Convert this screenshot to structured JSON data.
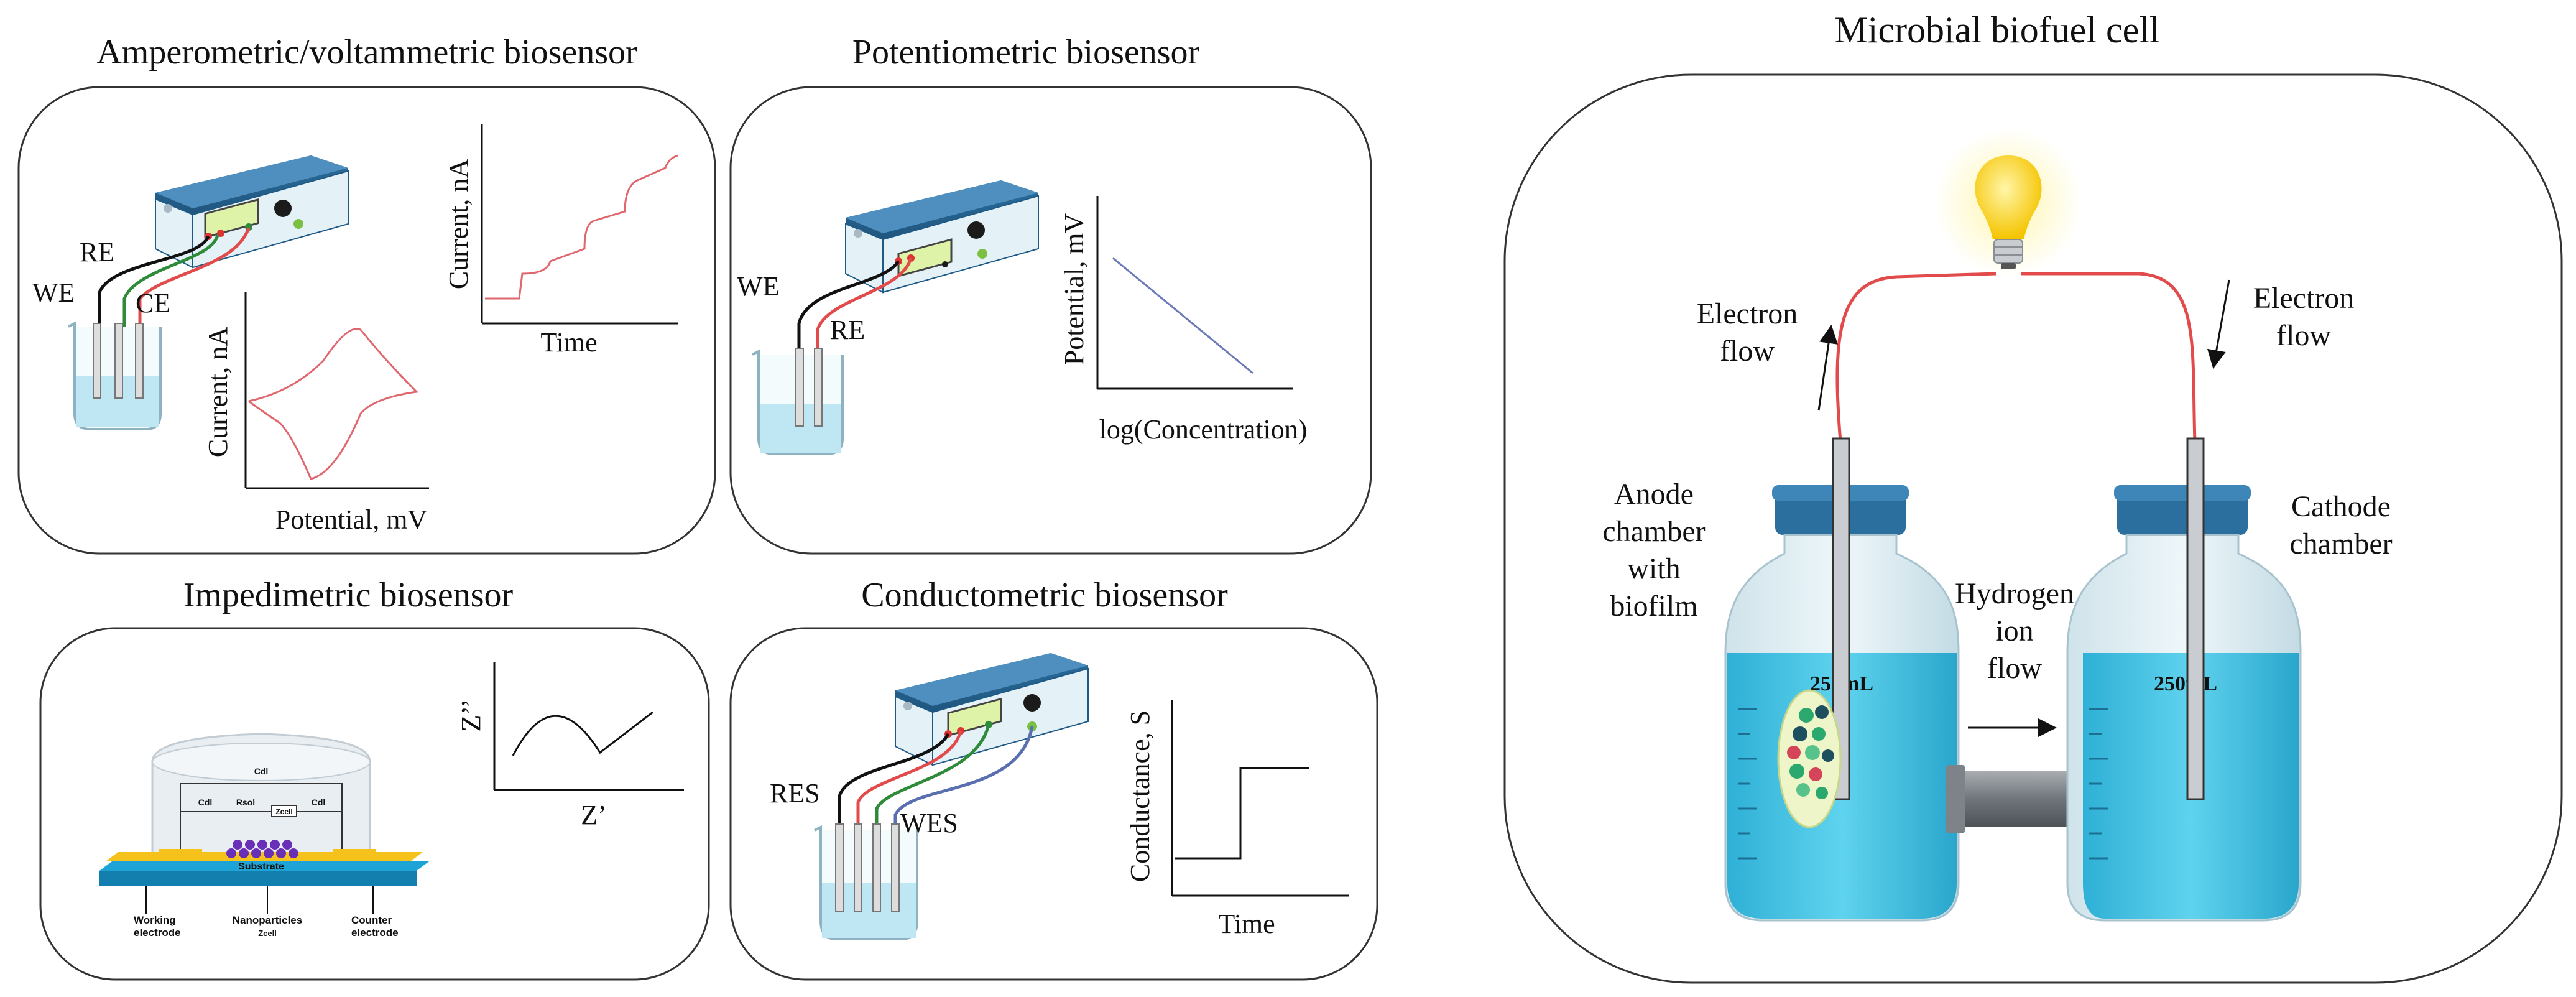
{
  "panels": {
    "amperometric": {
      "title": "Amperometric/voltammetric biosensor",
      "electrodes": {
        "we": "WE",
        "re": "RE",
        "ce": "CE"
      },
      "time_plot": {
        "ylabel": "Current, nA",
        "xlabel": "Time"
      },
      "cv_plot": {
        "ylabel": "Current, nA",
        "xlabel": "Potential, mV"
      }
    },
    "potentiometric": {
      "title": "Potentiometric biosensor",
      "electrodes": {
        "we": "WE",
        "re": "RE"
      },
      "plot": {
        "ylabel": "Potential, mV",
        "xlabel": "log(Concentration)"
      }
    },
    "impedimetric": {
      "title": "Impedimetric biosensor",
      "plot": {
        "ylabel": "Z’’",
        "xlabel": "Z’"
      },
      "circuit": {
        "cdl_top": "Cdl",
        "cdl_left": "Cdl",
        "rcell": "Rsol",
        "zcell": "Zcell",
        "cdl_right": "Cdl"
      },
      "labels": {
        "substrate": "Substrate",
        "working_electrode_1": "Working",
        "working_electrode_2": "electrode",
        "nanoparticles": "Nanoparticles",
        "zcell": "Zcell",
        "counter_electrode_1": "Counter",
        "counter_electrode_2": "electrode"
      }
    },
    "conductometric": {
      "title": "Conductometric biosensor",
      "electrodes": {
        "res": "RES",
        "wes": "WES"
      },
      "plot": {
        "ylabel": "Conductance, S",
        "xlabel": "Time"
      }
    },
    "biofuel": {
      "title": "Microbial biofuel cell",
      "electron_flow_left": [
        "Electron",
        "flow"
      ],
      "electron_flow_right": [
        "Electron",
        "flow"
      ],
      "anode": [
        "Anode",
        "chamber",
        "with",
        "biofilm"
      ],
      "cathode": [
        "Cathode",
        "chamber"
      ],
      "hydrogen": [
        "Hydrogen",
        "ion",
        "flow"
      ],
      "bottle_volume": "250mL"
    }
  },
  "colors": {
    "device_dark": "#1f5a86",
    "device_light": "#e4f2f8",
    "cap_blue": "#2b6f9e",
    "liquid": "#4cc4e2",
    "curve": "#e0676d",
    "line_blue": "#6a7ab8",
    "wire_red": "#e24b4b",
    "wire_green": "#2f8b3a",
    "wire_blue": "#5a6fb0",
    "bulb": "#ffd21f",
    "electrode_yellow": "#f4c21b",
    "substrate": "#1ea3d6",
    "nanoparticle": "#6a2fb7"
  }
}
